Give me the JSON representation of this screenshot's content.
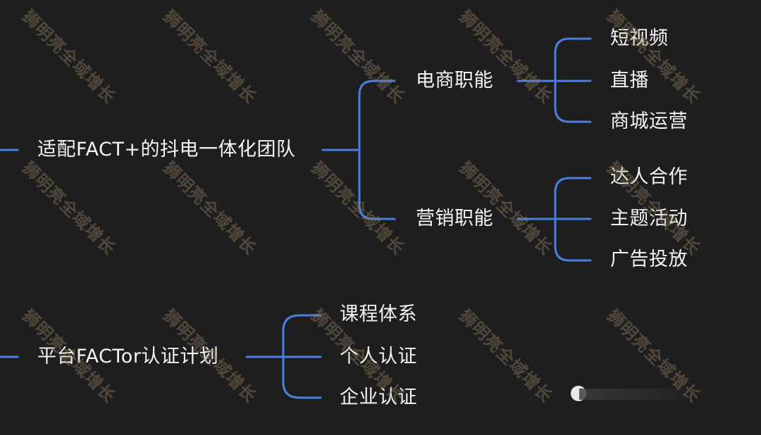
{
  "colors": {
    "background": "#1e1e1f",
    "connector": "#4a7fe0",
    "text": "#f4f4f4",
    "watermark": "#968060"
  },
  "tree_a": {
    "root": "适配FACT+的抖电一体化团队",
    "branch1": {
      "label": "电商职能",
      "leaves": [
        "短视频",
        "直播",
        "商城运营"
      ]
    },
    "branch2": {
      "label": "营销职能",
      "leaves": [
        "达人合作",
        "主题活动",
        "广告投放"
      ]
    }
  },
  "tree_b": {
    "root": "平台FACTor认证计划",
    "leaves": [
      "课程体系",
      "个人认证",
      "企业认证"
    ]
  },
  "watermark": "狮明亮全域增长"
}
